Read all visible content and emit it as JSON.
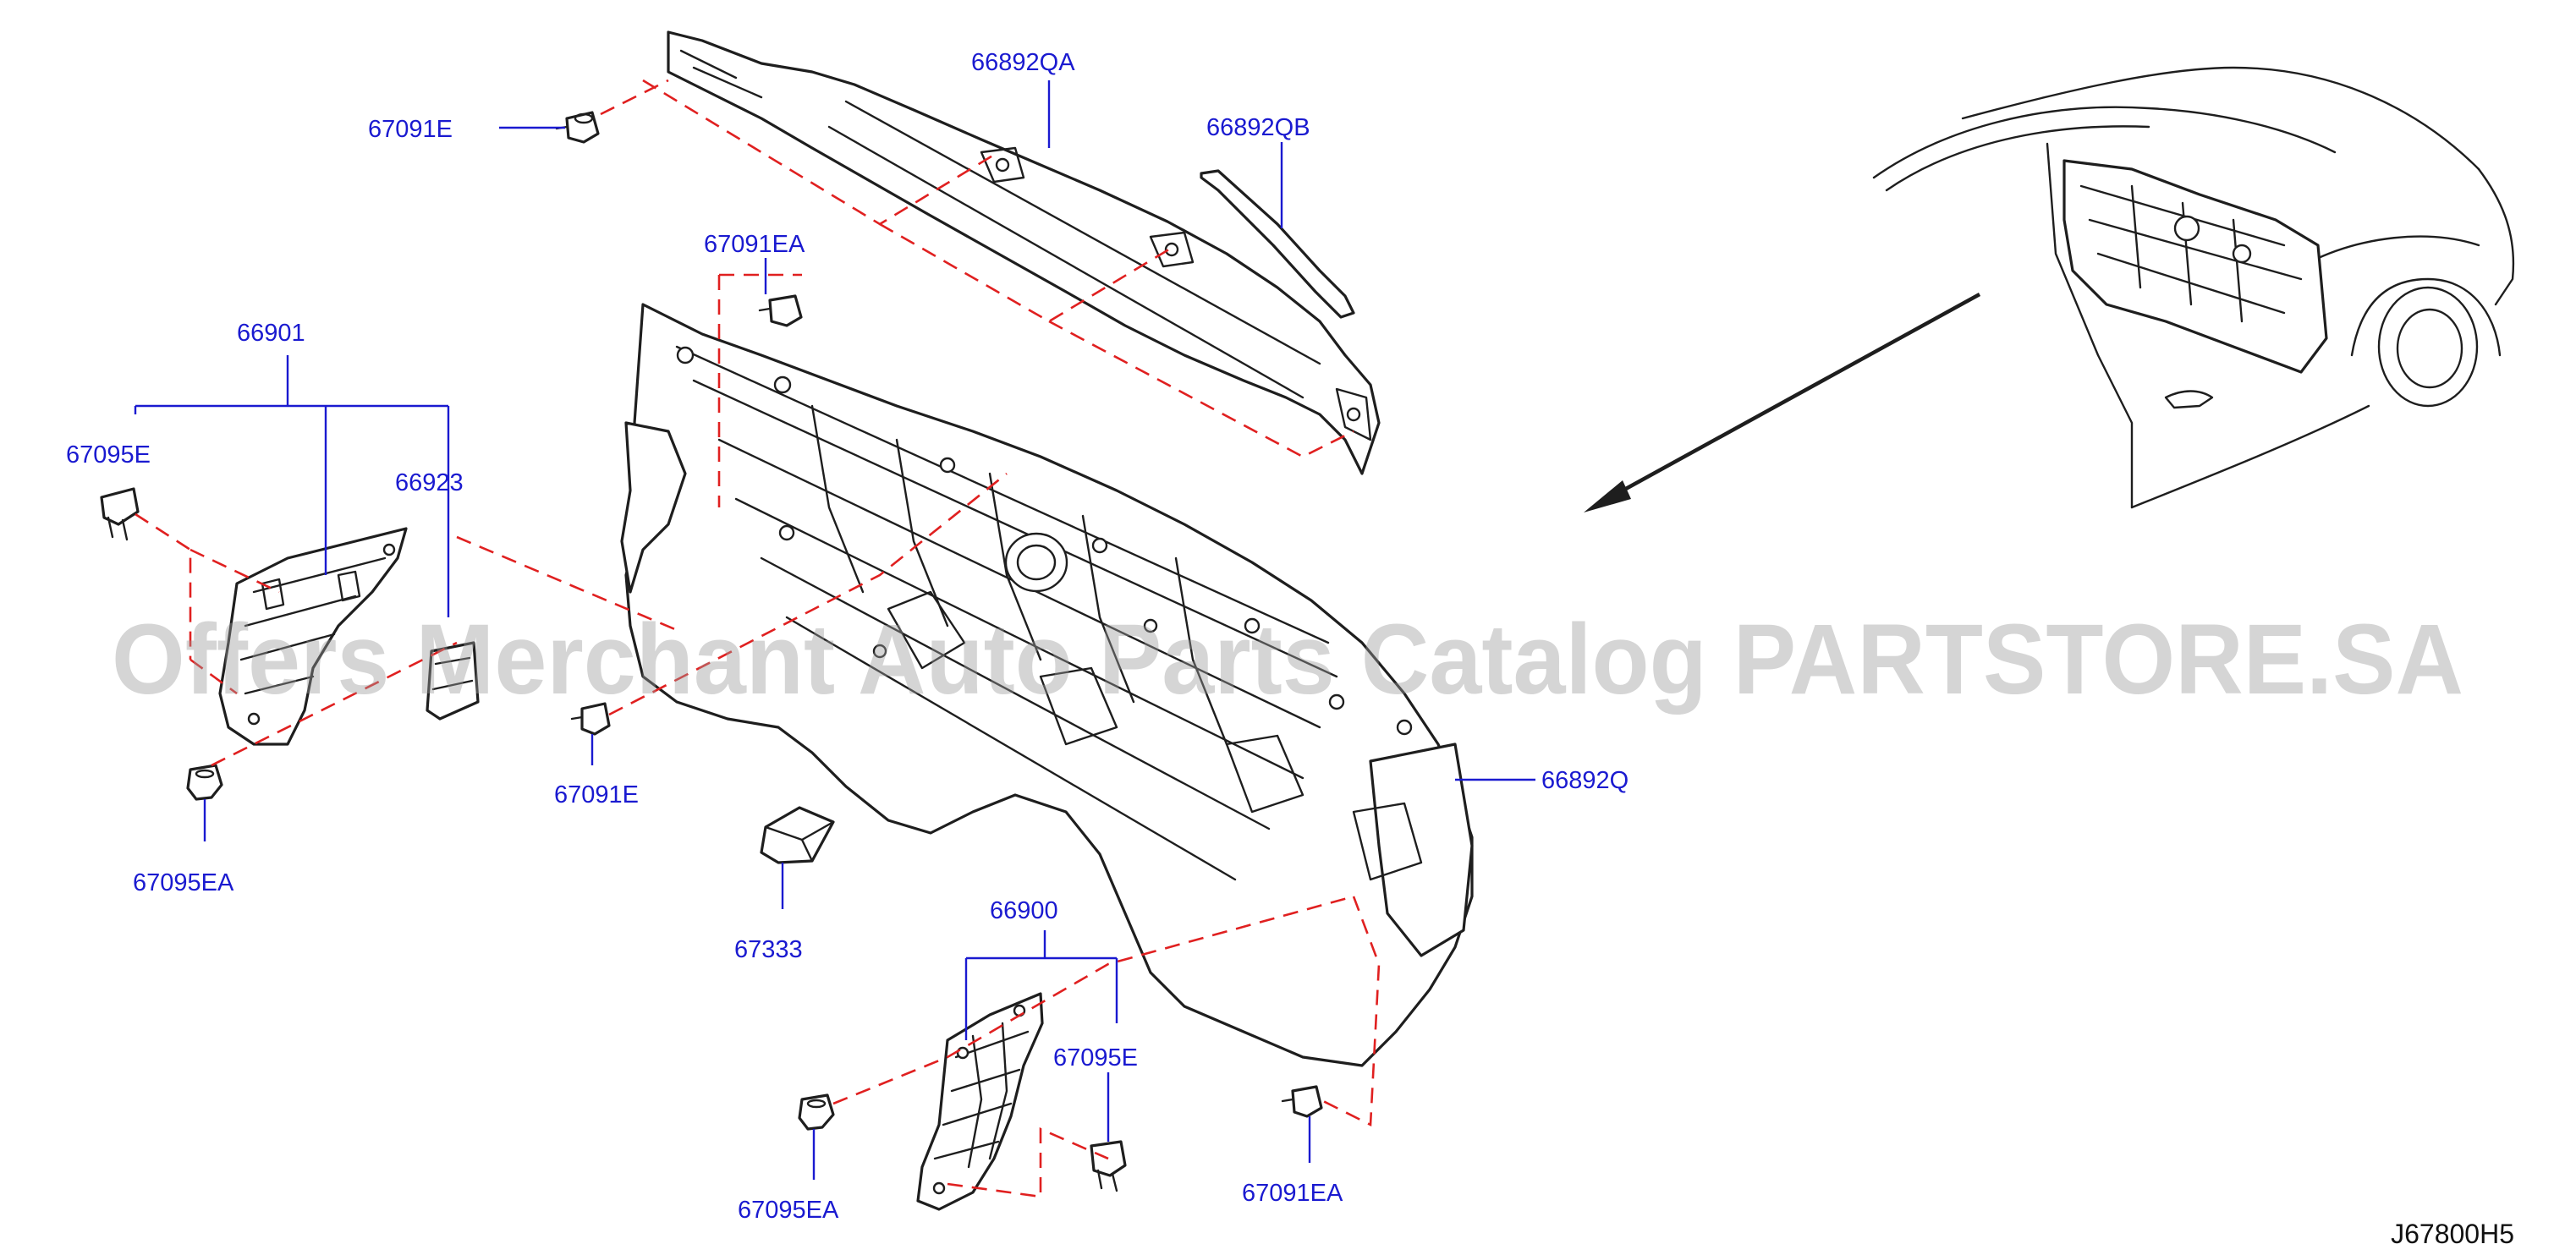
{
  "labels": {
    "p66892QA": "66892QA",
    "p66892QB": "66892QB",
    "p67091E_top": "67091E",
    "p67091EA_top": "67091EA",
    "p66901": "66901",
    "p67095E_left": "67095E",
    "p66923": "66923",
    "p67091E_mid": "67091E",
    "p67095EA_left": "67095EA",
    "p66892Q": "66892Q",
    "p67333": "67333",
    "p66900": "66900",
    "p67095E_bottom": "67095E",
    "p67095EA_bottom": "67095EA",
    "p67091EA_bottom": "67091EA"
  },
  "watermark": "Offers Merchant Auto Parts Catalog PARTSTORE.SA",
  "diagram_code": "J67800H5",
  "colors": {
    "label": "#1a1ad0",
    "dashed_guide": "#e02020",
    "line_art": "#1e1e1e",
    "watermark": "#9a9a9a"
  }
}
